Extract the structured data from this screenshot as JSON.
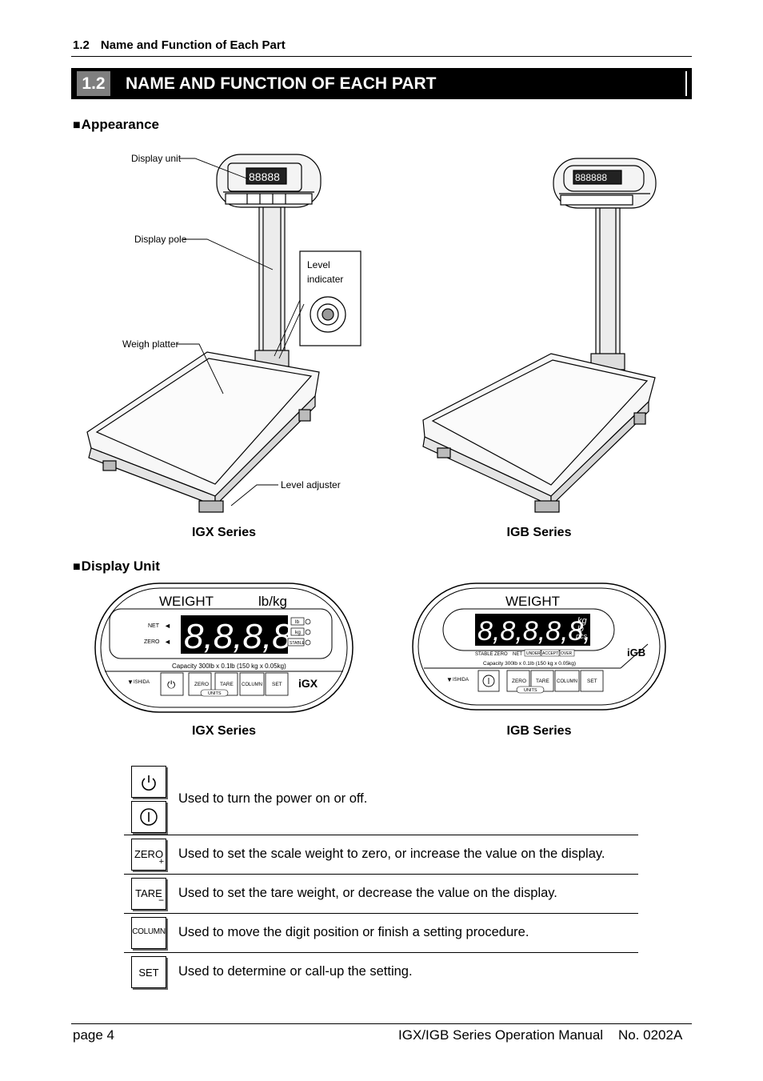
{
  "header": {
    "section_number": "1.2",
    "section_title": "Name and Function of Each Part"
  },
  "banner": {
    "number": "1.2",
    "title": "NAME AND FUNCTION OF EACH PART"
  },
  "appearance": {
    "heading_square": "■",
    "heading": "Appearance",
    "labels": {
      "display_unit": "Display unit",
      "display_pole": "Display pole",
      "weigh_platter": "Weigh platter",
      "level_indicater_1": "Level",
      "level_indicater_2": "indicater",
      "level_adjuster": "Level adjuster"
    },
    "captions": [
      "IGX Series",
      "IGB Series"
    ]
  },
  "display_unit": {
    "heading_square": "■",
    "heading": "Display Unit",
    "igx": {
      "weight": "WEIGHT",
      "units": "lb/kg",
      "digits": "8,8,8,8,8,",
      "net": "NET",
      "zero": "ZERO",
      "lamp_lb": "lb",
      "lamp_kg": "kg",
      "lamp_stable": "STABLE",
      "capacity": "Capacity 300lb x 0.1lb (150 kg x 0.05kg)",
      "brand": "ISHIDA",
      "keys": [
        "ZERO",
        "TARE",
        "COLUMN",
        "SET"
      ],
      "units_label": "UNITS",
      "logo": "iGX"
    },
    "igb": {
      "weight": "WEIGHT",
      "digits": "8,8,8,8,8,8,",
      "unit_kg": "kg",
      "unit_lb": "lb",
      "unit_pcs": "pcs",
      "status": [
        "STABLE",
        "ZERO",
        "NET"
      ],
      "judgement": [
        "UNDER",
        "ACCEPT",
        "OVER"
      ],
      "capacity": "Capacity 300lb x 0.1lb (150 kg x 0.05kg)",
      "brand": "ISHIDA",
      "keys": [
        "ZERO",
        "TARE",
        "COLUMN",
        "SET"
      ],
      "units_label": "UNITS",
      "logo": "iGB"
    },
    "captions": [
      "IGX Series",
      "IGB Series"
    ]
  },
  "functions": [
    {
      "key": "power",
      "text": "Used to turn the power on or off."
    },
    {
      "key": "ZERO",
      "sub": "+",
      "text": "Used to set the scale weight to zero, or increase the value on the display."
    },
    {
      "key": "TARE",
      "sub": "−",
      "text": "Used to set the tare weight, or decrease the value on the display."
    },
    {
      "key": "COLUMN",
      "text": "Used to move the digit position or finish a setting procedure."
    },
    {
      "key": "SET",
      "text": "Used to determine or call-up the setting."
    }
  ],
  "footer": {
    "page": "page 4",
    "manual": "IGX/IGB Series Operation Manual    No. 0202A"
  }
}
